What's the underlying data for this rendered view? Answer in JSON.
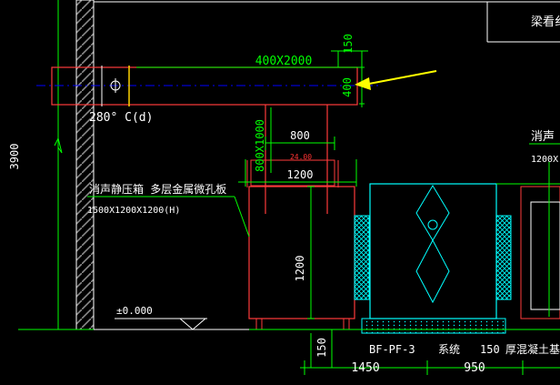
{
  "colors": {
    "background": "#000000",
    "wall": "#ffffff",
    "duct": "#ff3b3b",
    "dimension": "#00ff00",
    "annotation": "#ffffff",
    "equipment": "#00ffff",
    "arrow": "#ffff00",
    "centerline": "#0000ff",
    "diffuser": "#ff8080",
    "small_dim": "#ff3333",
    "hatch": "#8a8a8a"
  },
  "labels": {
    "duct_size": "400X2000",
    "dim_150_top": "150",
    "dim_400_side": "400",
    "temperature": "280° C(d)",
    "riser_size": "800X1000",
    "dim_800": "800",
    "dim_2400": "24.00",
    "dim_1200_top": "1200",
    "silencer_title": "消声静压箱 多层金属微孔板",
    "silencer_size": "1500X1200X1200(H)",
    "dim_1200_height": "1200",
    "level_mark": "±0.000",
    "dim_3900": "3900",
    "dim_150_bottom": "150",
    "fan_model": "BF-PF-3",
    "system_label": "系统",
    "dim_150_base": "150",
    "base_note": "厚混凝土基",
    "dim_1450": "1450",
    "dim_950": "950",
    "beam_note": "梁看纟",
    "right_silencer_title": "消声",
    "right_silencer_size": "1200X"
  }
}
